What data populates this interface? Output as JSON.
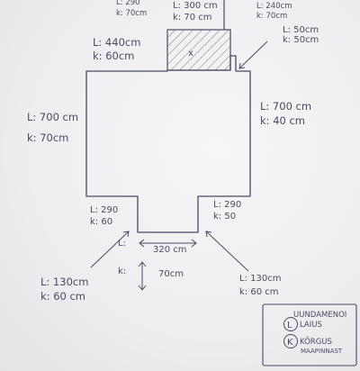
{
  "labels": {
    "top_left_a_l": "L: 290",
    "top_left_a_k": "k: 70cm",
    "top_mid_l": "L: 300 cm",
    "top_mid_k": "k: 70 cm",
    "top_right_a_l": "L: 240cm",
    "top_right_a_k": "k: 70cm",
    "upper_left_l": "L: 440cm",
    "upper_left_k": "k: 60cm",
    "upper_right_l": "L: 50cm",
    "upper_right_k": "k: 50cm",
    "left_l": "L: 700 cm",
    "left_k": "k: 70cm",
    "right_l": "L: 700 cm",
    "right_k": "k: 40 cm",
    "lower_left_l": "L: 290",
    "lower_left_k": "k: 60",
    "lower_right_l": "L: 290",
    "lower_right_k": "k: 50",
    "bottom_l_prefix": "L:",
    "bottom_width": "320 cm",
    "k_prefix": "k:",
    "k_height": "70cm",
    "bottom_left_l": "L: 130cm",
    "bottom_left_k": "k: 60 cm",
    "bottom_right_l": "L: 130cm",
    "bottom_right_k": "k: 60 cm",
    "cross_mark": "x"
  },
  "legend": {
    "title": "UUNDAMENOI",
    "width_symbol": "L",
    "width_label": "LAIUS",
    "height_symbol": "K",
    "height_label": "KÕRGUS",
    "height_sub": "MAAPINNAST"
  },
  "colors": {
    "ink": "#4a4a63",
    "paper": "#f3f1f2"
  }
}
